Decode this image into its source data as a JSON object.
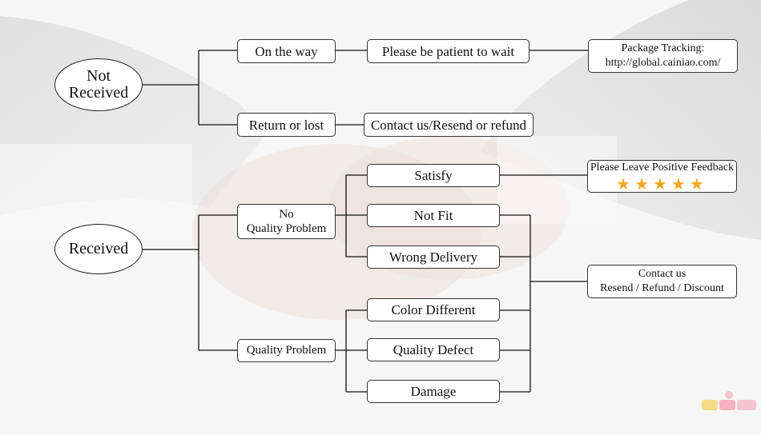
{
  "nodes": {
    "not_received": {
      "line1": "Not",
      "line2": "Received"
    },
    "received": "Received",
    "on_the_way": "On the way",
    "patient": "Please be patient to wait",
    "tracking": {
      "line1": "Package Tracking:",
      "line2": "http://global.cainiao.com/"
    },
    "return_lost": "Return or lost",
    "contact_resend": "Contact us/Resend or refund",
    "no_quality": {
      "line1": "No",
      "line2": "Quality Problem"
    },
    "quality_problem": "Quality Problem",
    "satisfy": "Satisfy",
    "not_fit": "Not Fit",
    "wrong_delivery": "Wrong Delivery",
    "color_different": "Color Different",
    "quality_defect": "Quality Defect",
    "damage": "Damage",
    "feedback": {
      "line1": "Please Leave Positive Feedback",
      "stars": "★★★★★",
      "rating": 5
    },
    "contact_us": {
      "line1": "Contact us",
      "line2": "Resend / Refund / Discount"
    }
  },
  "colors": {
    "line": "#111111",
    "star": "#f5a623",
    "border": "#333333"
  }
}
